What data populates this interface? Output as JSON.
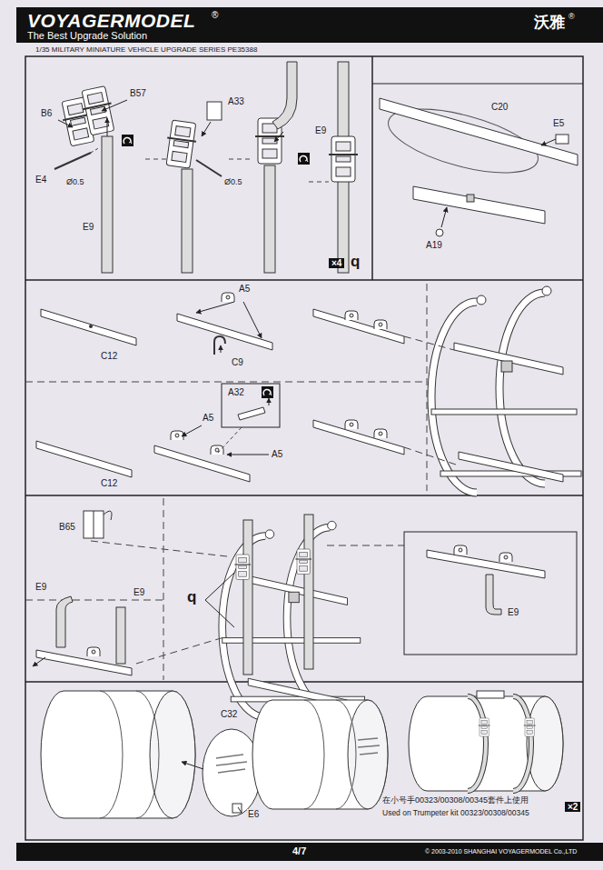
{
  "diagram": {
    "title": "VOYAGERMODEL",
    "labels": [
      "®",
      "The Best Upgrade Solution",
      "沃雅",
      "®",
      "1/35 MILITARY MINIATURE VEHICLE  UPGRADE SERIES PE35388",
      "B57",
      "B6",
      "E4",
      "Ø0.5",
      "E9",
      "A33",
      "Ø0.5",
      "E9",
      "×4",
      "q",
      "C20",
      "E5",
      "A19",
      "A5",
      "C12",
      "C9",
      "A32",
      "A5",
      "A5",
      "C12",
      "B65",
      "E9",
      "E9",
      "q",
      "E9",
      "C32",
      "E6",
      "在小号手00323/00308/00345套件上使用",
      "Used on Trumpeter kit 00323/00308/00345",
      "×2",
      "4/7",
      "© 2003-2010 SHANGHAI VOYAGERMODEL Co.,LTD"
    ]
  }
}
